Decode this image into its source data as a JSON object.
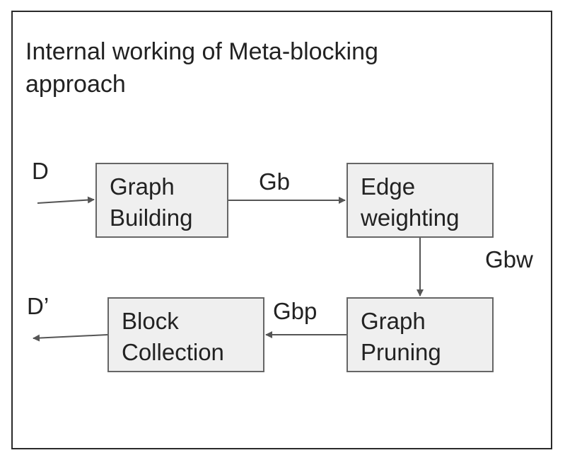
{
  "title": "Internal working of Meta-blocking approach",
  "colors": {
    "box_fill": "#efefef",
    "box_border": "#666666",
    "arrow": "#555555",
    "text": "#222222"
  },
  "boxes": {
    "graph_building": {
      "line1": "Graph",
      "line2": "Building"
    },
    "edge_weighting": {
      "line1": "Edge",
      "line2": "weighting"
    },
    "graph_pruning": {
      "line1": "Graph",
      "line2": "Pruning"
    },
    "block_collection": {
      "line1": "Block",
      "line2": "Collection"
    }
  },
  "labels": {
    "input": "D",
    "output": "D’",
    "gb": "Gb",
    "gbw": "Gbw",
    "gbp": "Gbp"
  }
}
